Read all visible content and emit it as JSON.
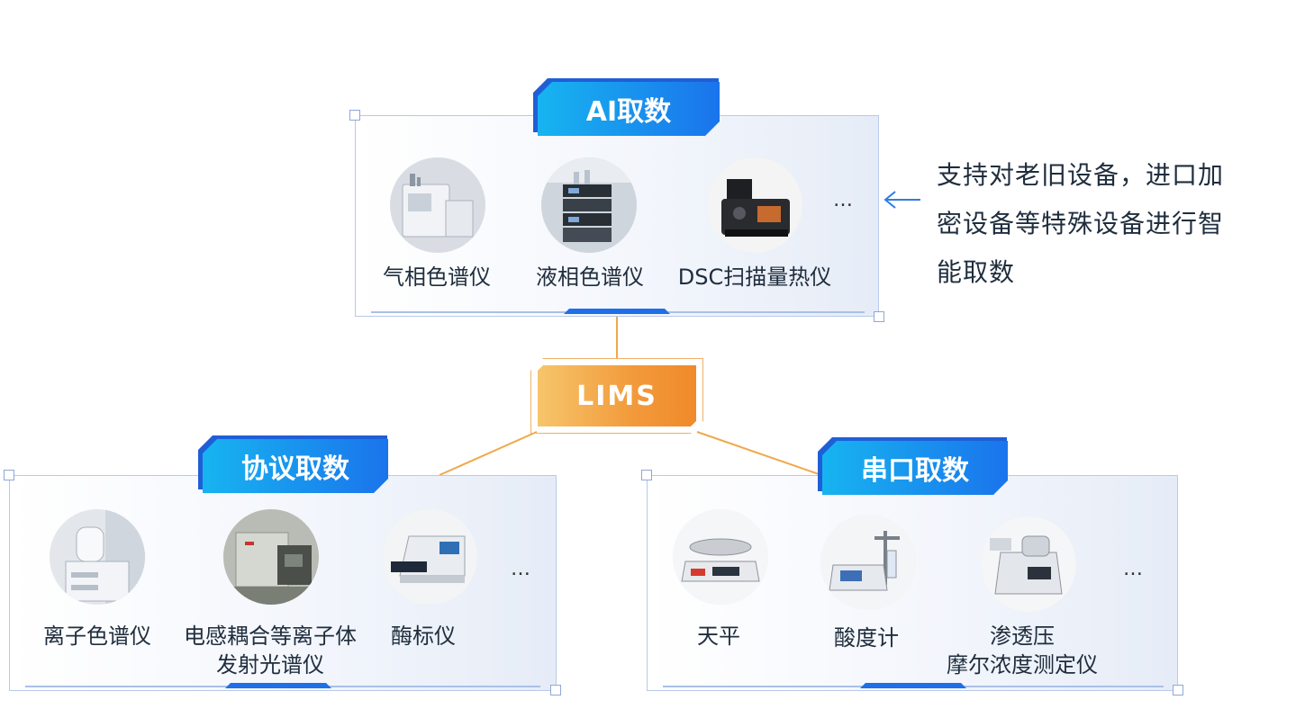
{
  "hub": {
    "label": "LIMS"
  },
  "ai_group": {
    "title": "AI取数",
    "devices": [
      {
        "label": "气相色谱仪",
        "icon": "gas-chromatograph"
      },
      {
        "label": "液相色谱仪",
        "icon": "liquid-chromatograph"
      },
      {
        "label": "DSC扫描量热仪",
        "icon": "dsc-calorimeter"
      }
    ],
    "more": "…",
    "description": "支持对老旧设备，进口加密设备等特殊设备进行智能取数"
  },
  "protocol_group": {
    "title": "协议取数",
    "devices": [
      {
        "label": "离子色谱仪",
        "icon": "ion-chromatograph"
      },
      {
        "label_line1": "电感耦合等离子体",
        "label_line2": "发射光谱仪",
        "icon": "icp-spectrometer"
      },
      {
        "label": "酶标仪",
        "icon": "microplate-reader"
      }
    ],
    "more": "…"
  },
  "serial_group": {
    "title": "串口取数",
    "devices": [
      {
        "label": "天平",
        "icon": "balance"
      },
      {
        "label": "酸度计",
        "icon": "ph-meter"
      },
      {
        "label_line1": "渗透压",
        "label_line2": "摩尔浓度测定仪",
        "icon": "osmometer"
      }
    ],
    "more": "…"
  },
  "colors": {
    "tab_blue": "#1a74ec",
    "hub_orange": "#f29a3b",
    "panel_border": "#b8c9ea",
    "arrow_blue": "#2f7de1"
  }
}
